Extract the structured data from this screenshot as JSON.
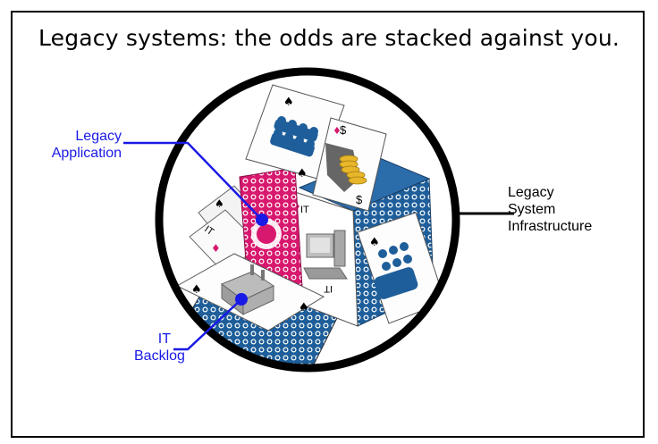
{
  "title": "Legacy systems: the odds are stacked against you.",
  "callouts": {
    "legacy_application": {
      "line1": "Legacy",
      "line2": "Application",
      "color": "#1a1ae6"
    },
    "it_backlog": {
      "line1": "IT",
      "line2": "Backlog",
      "color": "#1a1ae6"
    },
    "legacy_system_infrastructure": {
      "line1": "Legacy",
      "line2": "System",
      "line3": "Infrastructure",
      "color": "#000000"
    }
  },
  "card_symbols": {
    "dollar": "$",
    "it": "IT"
  },
  "colors": {
    "card_red": "#d8186e",
    "card_blue": "#1e5e9a",
    "ring": "#000000",
    "callout_blue": "#1a1ae6"
  }
}
